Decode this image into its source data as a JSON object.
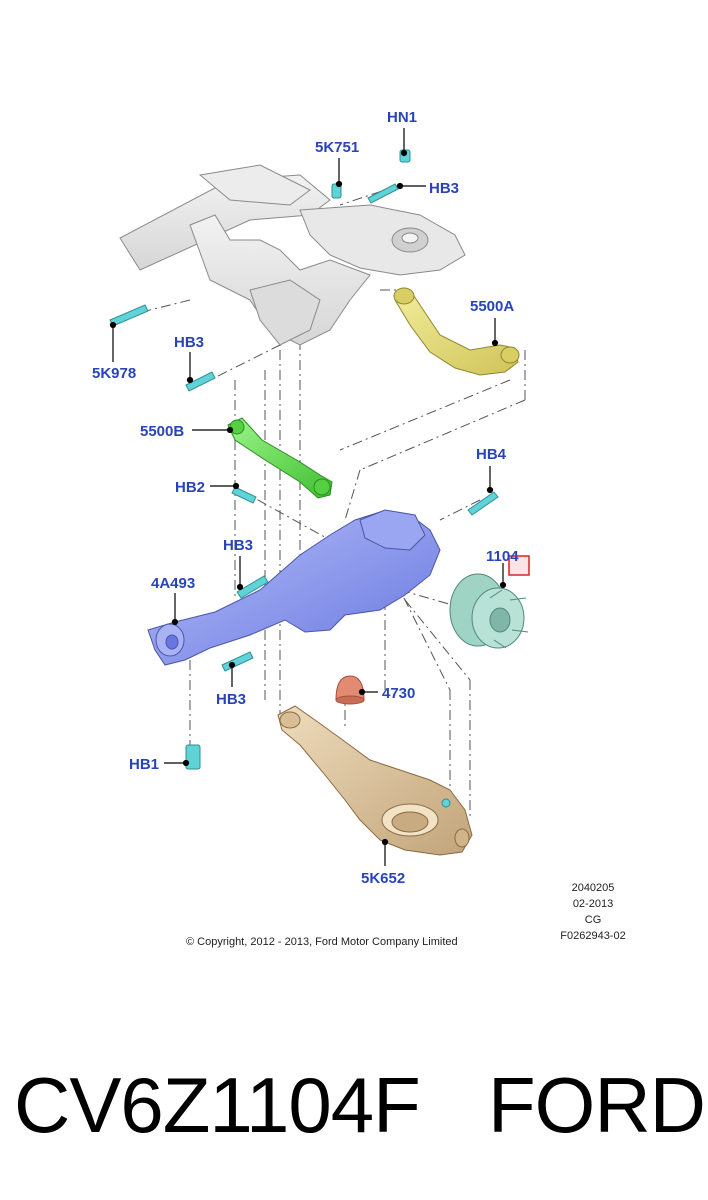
{
  "callouts": {
    "hn1": "HN1",
    "5k751": "5K751",
    "hb3_top": "HB3",
    "5500a": "5500A",
    "5k978": "5K978",
    "hb3_left": "HB3",
    "5500b": "5500B",
    "hb4": "HB4",
    "hb2": "HB2",
    "hb3_mid": "HB3",
    "1104": "1104",
    "4a493": "4A493",
    "4730": "4730",
    "hb3_low": "HB3",
    "hb1": "HB1",
    "5k652": "5K652"
  },
  "meta": {
    "line1": "2040205",
    "line2": "02-2013",
    "line3": "CG",
    "line4": "F0262943-02"
  },
  "copyright": "© Copyright, 2012 - 2013, Ford Motor Company Limited",
  "footer": {
    "part_number": "CV6Z1104F",
    "brand": "FORD"
  },
  "colors": {
    "callout_text": "#2a44b8",
    "subframe": "#e4e4e4",
    "upper_arm_5500A": "#e6df8a",
    "arm_5500B": "#6fe05a",
    "knuckle_4A493": "#8f9cf0",
    "hub_1104": "#9fd3c3",
    "lower_arm_5K652": "#d9c2a0",
    "bump_stop_4730": "#e28a72",
    "bolts": "#5fd3d8",
    "highlight_box": "#e0202a"
  }
}
